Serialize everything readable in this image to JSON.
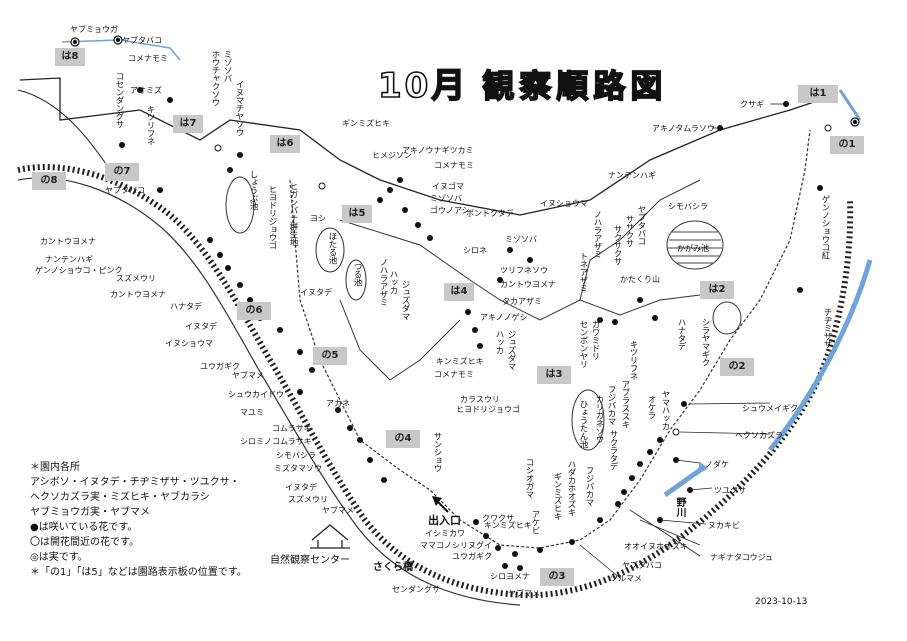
{
  "title": {
    "month": "10月",
    "main": "観察順路図"
  },
  "date": "2023-10-13",
  "legend": {
    "heading": "＊園内各所",
    "lines": [
      "アシボソ・イヌタデ・チヂミザサ・ツユクサ・",
      "ヘクソカズラ実・ミズヒキ・ヤブカラシ",
      "ヤブミョウガ実・ヤブマメ",
      "●は咲いている花です。",
      "〇は開花間近の花です。",
      "◎は実です。",
      "＊「の1」「は5」などは園路表示板の位置です。"
    ]
  },
  "facilities": {
    "center": "自然観察センター",
    "entrance": "出入口",
    "bridge": "さくら橋",
    "river": "野川",
    "pond_hotaru": "ほたる池",
    "pond_kagami": "かがみ池",
    "pond_hyotan": "ひょうたん池",
    "pond_tsuru": "つる池",
    "pond_shoubu": "しょうぶ池",
    "hill": "かたくり山",
    "colony": "ヒガンバナ群生地"
  },
  "signposts": {
    "ha1": "は1",
    "ha2": "は2",
    "ha3": "は3",
    "ha4": "は4",
    "ha5": "は5",
    "ha6": "は6",
    "ha7": "は7",
    "ha8": "は8",
    "no1": "の1",
    "no2": "の2",
    "no3": "の3",
    "no4": "の4",
    "no5": "の5",
    "no6": "の6",
    "no7": "の7",
    "no8": "の8"
  },
  "plants": {
    "yabumyouga": "ヤブミョウガ",
    "yabutabako": "ヤブタバコ",
    "komenamomi": "コメナモミ",
    "aomizu": "アオミズ",
    "kitsurifune": "キツリフネ",
    "kosendangusa": "コセンダングサ",
    "mizosoba": "ミゾソバ",
    "houchakusou": "ホウチャクソウ",
    "yamachaso": "イヌマチヤソウ",
    "kusagi": "クサギ",
    "akinotamurasou": "アキノタムラソウ",
    "ginmizuhiki": "ギンミズヒキ",
    "himejion": "ヒメジソン",
    "akinounagitsukami": "アキノウナギツカミ",
    "komenamomi2": "コメナモミ",
    "inugoma": "イヌゴマ",
    "mizosoba2": "ミゾソバ",
    "kounoashi": "ゴウノアシ",
    "pontokutade": "ポントクタデ",
    "yabutabako2": "ヤブタバコ",
    "yoshi": "ヨシ",
    "kantouyomena": "カントウヨメナ",
    "nantenhagi": "ナンテンハギ",
    "genshouko": "ゲンノショウコ・ピンク",
    "suzumeuri": "スズメウリ",
    "kantouyomena2": "カントウヨメナ",
    "hanatade": "ハナタデ",
    "inutade": "イヌタデ",
    "inushouma": "イヌショウマ",
    "yuugagiku": "ユウガギク",
    "yabumame": "ヤブマメ",
    "shuukaidou": "シュウカイドウ",
    "mayumi": "マユミ",
    "komurasaki": "コムラサキ",
    "shiromikomurasaki": "シロミノコムラサキ",
    "shimobashira": "シモバシラ",
    "mizumatsu": "ミズタマソウ",
    "inutade2": "イヌタデ",
    "suzumeuri2": "スズメウリ",
    "yabumame2": "ヤブマメ",
    "akane": "アカネ",
    "karasuuri": "カラスウリ",
    "hiyodorijougo": "ヒヨドリジョウゴ",
    "shirone": "シロネ",
    "mizosoba3": "ミゾソバ",
    "tsurifuneso": "ツリフネソウ",
    "kantouyomena3": "カントウヨメナ",
    "takaazami": "タカアザミ",
    "akinonogeshi": "アキノノゲシ",
    "kinmizuhiki": "キンミズヒキ",
    "komenamomi3": "コメナモミ",
    "hakka": "ハッカ",
    "yuzudama": "ジュズダマ",
    "tsuyukusa": "イヌタデ",
    "sanshouso": "サンショウ",
    "inushouma2": "イヌショウマ",
    "nohara": "ノハラアザミ",
    "tonenazami": "トネアザミ",
    "kawamidori": "カワミドリ",
    "senbonyari": "センボンヤリ",
    "kitsurifune2": "キツリフネ",
    "shimobashira2": "シモバシラ",
    "gengenshousou": "ゲンノショウコ紅",
    "chijimizasa": "チヂミザサ",
    "hanatade2": "ハナタデ",
    "shirayamagiku": "シラヤマギク",
    "fujibakama": "フジバカマ",
    "aburasusuki": "アブラススキ",
    "yamahakka": "ヤマハッカ",
    "karigane": "カリガネソウ",
    "sakurade": "サクラタデ",
    "okitsune": "オケラ",
    "shuumeigiku": "シュウメイギク",
    "hekusokazura": "ヘクソカズラ",
    "nodake": "ノダケ",
    "tsuyukusa2": "ツユクサ",
    "nukakibi": "ヌカキビ",
    "ooinuhoozuki": "オオイヌホオズキ",
    "naginatakouju": "ナギナタコウジュ",
    "yabutabako3": "ヤブタバコ",
    "tsurumame": "ツルマメ",
    "kosiogama": "コシオガマ",
    "hadakahoozuki": "ハダカホオズキ",
    "ginmizuhiki2": "ギンミズヒキ",
    "fujibakama2": "フジバカマ",
    "akebi": "アケビ",
    "kinmizuhiki2": "キンミズヒキ",
    "kuwakusa": "クワクサ",
    "ishimikawa": "イシミカワ",
    "mamakonoshirinugui": "ママコノシリヌグイ",
    "yuugagiku2": "ユウガギク",
    "shiroyomena": "シロヨメナ",
    "sendangusa": "センダングサ",
    "yabumame3": "ヤブマメ",
    "shirasagi": "サクサクサ",
    "yabutabako4": "ヤブタバコ",
    "sasakusa": "ササクサ",
    "higanbana": "ヒガンバナ",
    "hiyodorijougo2": "ヒヨドリジョウゴ"
  },
  "colors": {
    "river": "#6fa3d9",
    "signpost": "#c8c8c8",
    "ink": "#111111"
  }
}
